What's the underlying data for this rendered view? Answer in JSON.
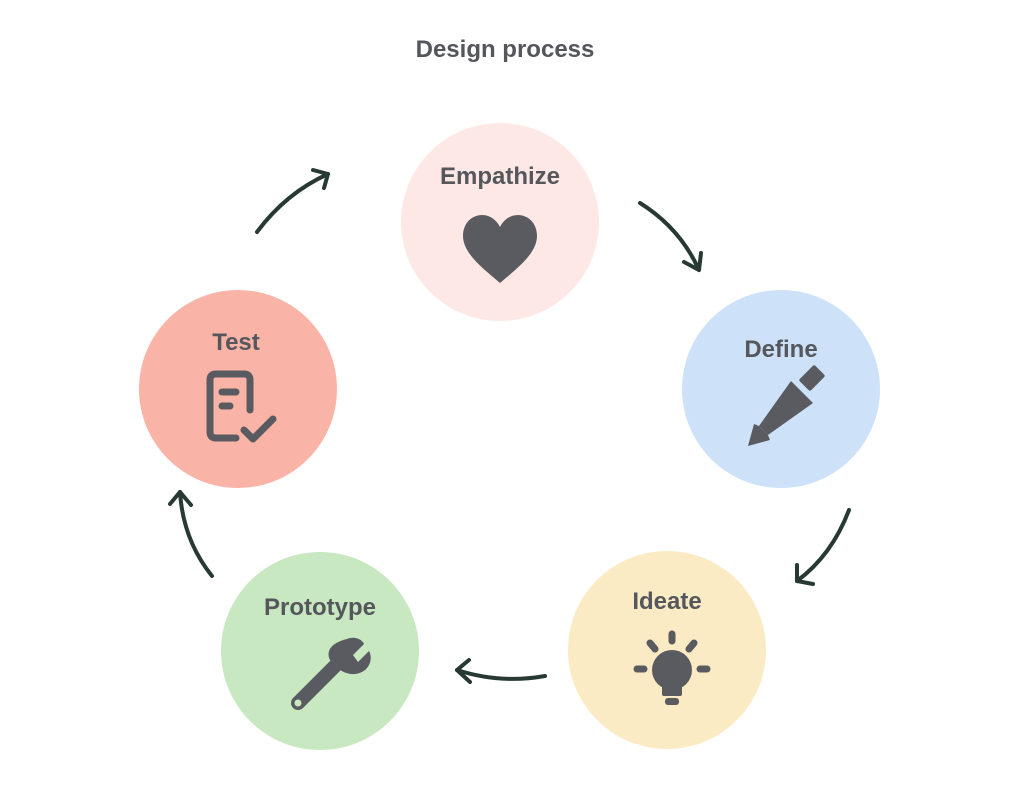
{
  "title": "Design process",
  "steps": [
    {
      "label": "Empathize",
      "icon": "heart-icon",
      "color": "#fde8e6"
    },
    {
      "label": "Define",
      "icon": "pencil-icon",
      "color": "#cde2f8"
    },
    {
      "label": "Ideate",
      "icon": "lightbulb-icon",
      "color": "#fbebc4"
    },
    {
      "label": "Prototype",
      "icon": "wrench-icon",
      "color": "#c8e8c1"
    },
    {
      "label": "Test",
      "icon": "checklist-icon",
      "color": "#f9b4a7"
    }
  ],
  "colors": {
    "arrow": "#263a33",
    "icon": "#5a5b60",
    "text": "#55575c"
  }
}
